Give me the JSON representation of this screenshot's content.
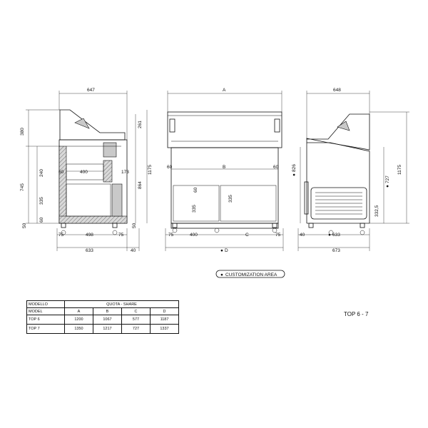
{
  "drawing": {
    "left_view": {
      "width_top": "647",
      "height_canopy": "380",
      "height_upper": "261",
      "height_left": "745",
      "height_inner": "240",
      "shelf_offset": "60",
      "shelf_width": "400",
      "side_small": "173",
      "height_total": "864",
      "height_overall": "1175",
      "height_lower": "335",
      "height_foot_inner": "60",
      "height_base_left": "50",
      "height_base_right": "50",
      "foot_left": "75",
      "base_width": "498",
      "foot_right": "75",
      "depth_bottom": "633",
      "depth_extra": "40"
    },
    "front_view": {
      "width_a": "A",
      "width_b": "B",
      "offset_left": "60",
      "offset_right": "60",
      "inner_60": "60",
      "height_335_left": "335",
      "height_335_right": "335",
      "foot_left": "75",
      "width_400": "400",
      "width_c": "C",
      "foot_right": "75",
      "width_d": "D",
      "customization_marker": "●"
    },
    "right_view": {
      "width_top": "648",
      "height_826": "826",
      "height_727": "727",
      "height_3325": "332,5",
      "height_1175": "1175",
      "foot_left": "40",
      "depth_633": "633",
      "depth_total": "673",
      "marker_826": "●",
      "marker_727": "●",
      "marker_633": "●"
    },
    "legend": {
      "label": "CUSTOMIZATION AREA",
      "marker": "●"
    }
  },
  "table": {
    "header_row1": {
      "col0": "MODELLO",
      "col1": "QUOTA - SHARE"
    },
    "header_row2": {
      "col0": "MODEL",
      "a": "A",
      "b": "B",
      "c": "C",
      "d": "D"
    },
    "rows": [
      {
        "model": "TOP 6",
        "a": "1200",
        "b": "1067",
        "c": "577",
        "d": "1187"
      },
      {
        "model": "TOP 7",
        "a": "1350",
        "b": "1217",
        "c": "727",
        "d": "1337"
      }
    ]
  },
  "page_label": "TOP 6 - 7"
}
